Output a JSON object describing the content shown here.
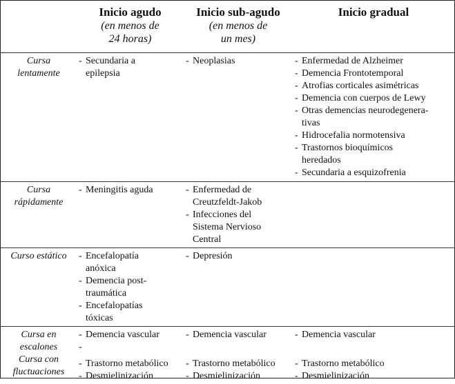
{
  "header": {
    "col1": {
      "title": "Inicio agudo",
      "sub": [
        "(en menos de",
        "24 horas)"
      ]
    },
    "col2": {
      "title": "Inicio sub-agudo",
      "sub": [
        "(en menos de",
        "un mes)"
      ]
    },
    "col3": {
      "title": "Inicio gradual",
      "sub": []
    }
  },
  "rows": [
    {
      "label": [
        "Cursa",
        "lentamente"
      ],
      "acute": [
        [
          "Secundaria a",
          "epilepsia"
        ]
      ],
      "subacute": [
        [
          "Neoplasias"
        ]
      ],
      "gradual": [
        [
          "Enfermedad de Alzheimer"
        ],
        [
          "Demencia Frontotemporal"
        ],
        [
          "Atrofias corticales asimétricas"
        ],
        [
          "Demencia con cuerpos de Lewy"
        ],
        [
          "Otras demencias neurodegenera-",
          "tivas"
        ],
        [
          "Hidrocefalia normotensiva"
        ],
        [
          "Trastornos bioquímicos",
          "heredados"
        ],
        [
          "Secundaria a esquizofrenia"
        ]
      ]
    },
    {
      "label": [
        "Cursa",
        "rápidamente"
      ],
      "acute": [
        [
          "Meningitis aguda"
        ]
      ],
      "subacute": [
        [
          "Enfermedad de",
          "Creutzfeldt-Jakob"
        ],
        [
          "Infecciones del",
          "Sistema Nervioso",
          "Central"
        ]
      ],
      "gradual": []
    },
    {
      "label": [
        "Curso estático"
      ],
      "acute": [
        [
          "Encefalopatía",
          "anóxica"
        ],
        [
          "Demencia post-",
          "traumática"
        ],
        [
          "Encefalopatías",
          "tóxicas"
        ]
      ],
      "subacute": [
        [
          "Depresión"
        ]
      ],
      "gradual": []
    },
    {
      "label": [
        "Cursa en",
        "escalones",
        "Cursa con",
        "fluctuaciones"
      ],
      "acute": [
        [
          "Demencia vascular"
        ],
        [
          "Trastorno metabólico"
        ],
        [
          "Desmielinización"
        ]
      ],
      "subacute": [
        [
          "Demencia vascular"
        ],
        [
          "Trastorno metabólico"
        ],
        [
          "Desmielinización"
        ]
      ],
      "gradual": [
        [
          "Demencia vascular"
        ],
        [
          "Trastorno metabólico"
        ],
        [
          "Desmielinización"
        ]
      ]
    }
  ]
}
